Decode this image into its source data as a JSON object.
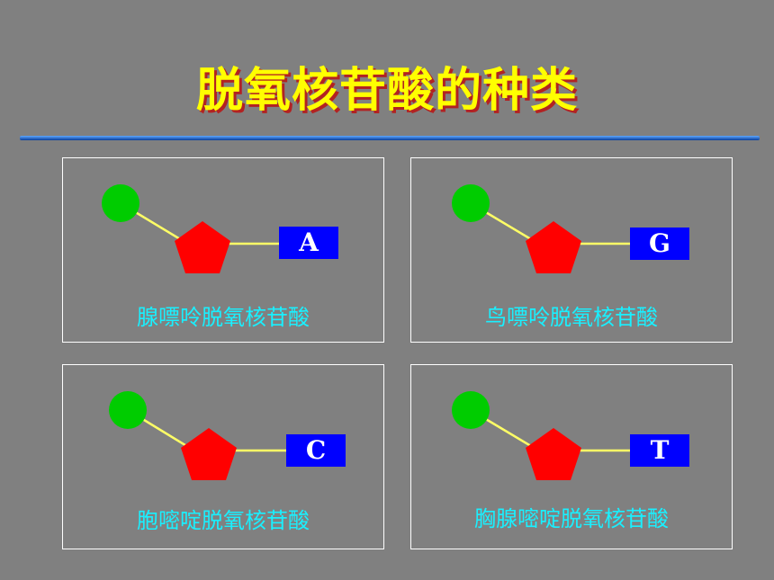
{
  "title": "脱氧核苷酸的种类",
  "colors": {
    "background": "#808080",
    "title": "#ffff00",
    "title_shadow": "#b22222",
    "phosphate": "#00cc00",
    "sugar": "#ff0000",
    "base_box": "#0000ff",
    "bond": "#ffff66",
    "name_text": "#19f0ff"
  },
  "nucleotides": [
    {
      "base": "A",
      "name": "腺嘌呤脱氧核苷酸"
    },
    {
      "base": "G",
      "name": "鸟嘌呤脱氧核苷酸"
    },
    {
      "base": "C",
      "name": "胞嘧啶脱氧核苷酸"
    },
    {
      "base": "T",
      "name": "胸腺嘧啶脱氧核苷酸"
    }
  ]
}
